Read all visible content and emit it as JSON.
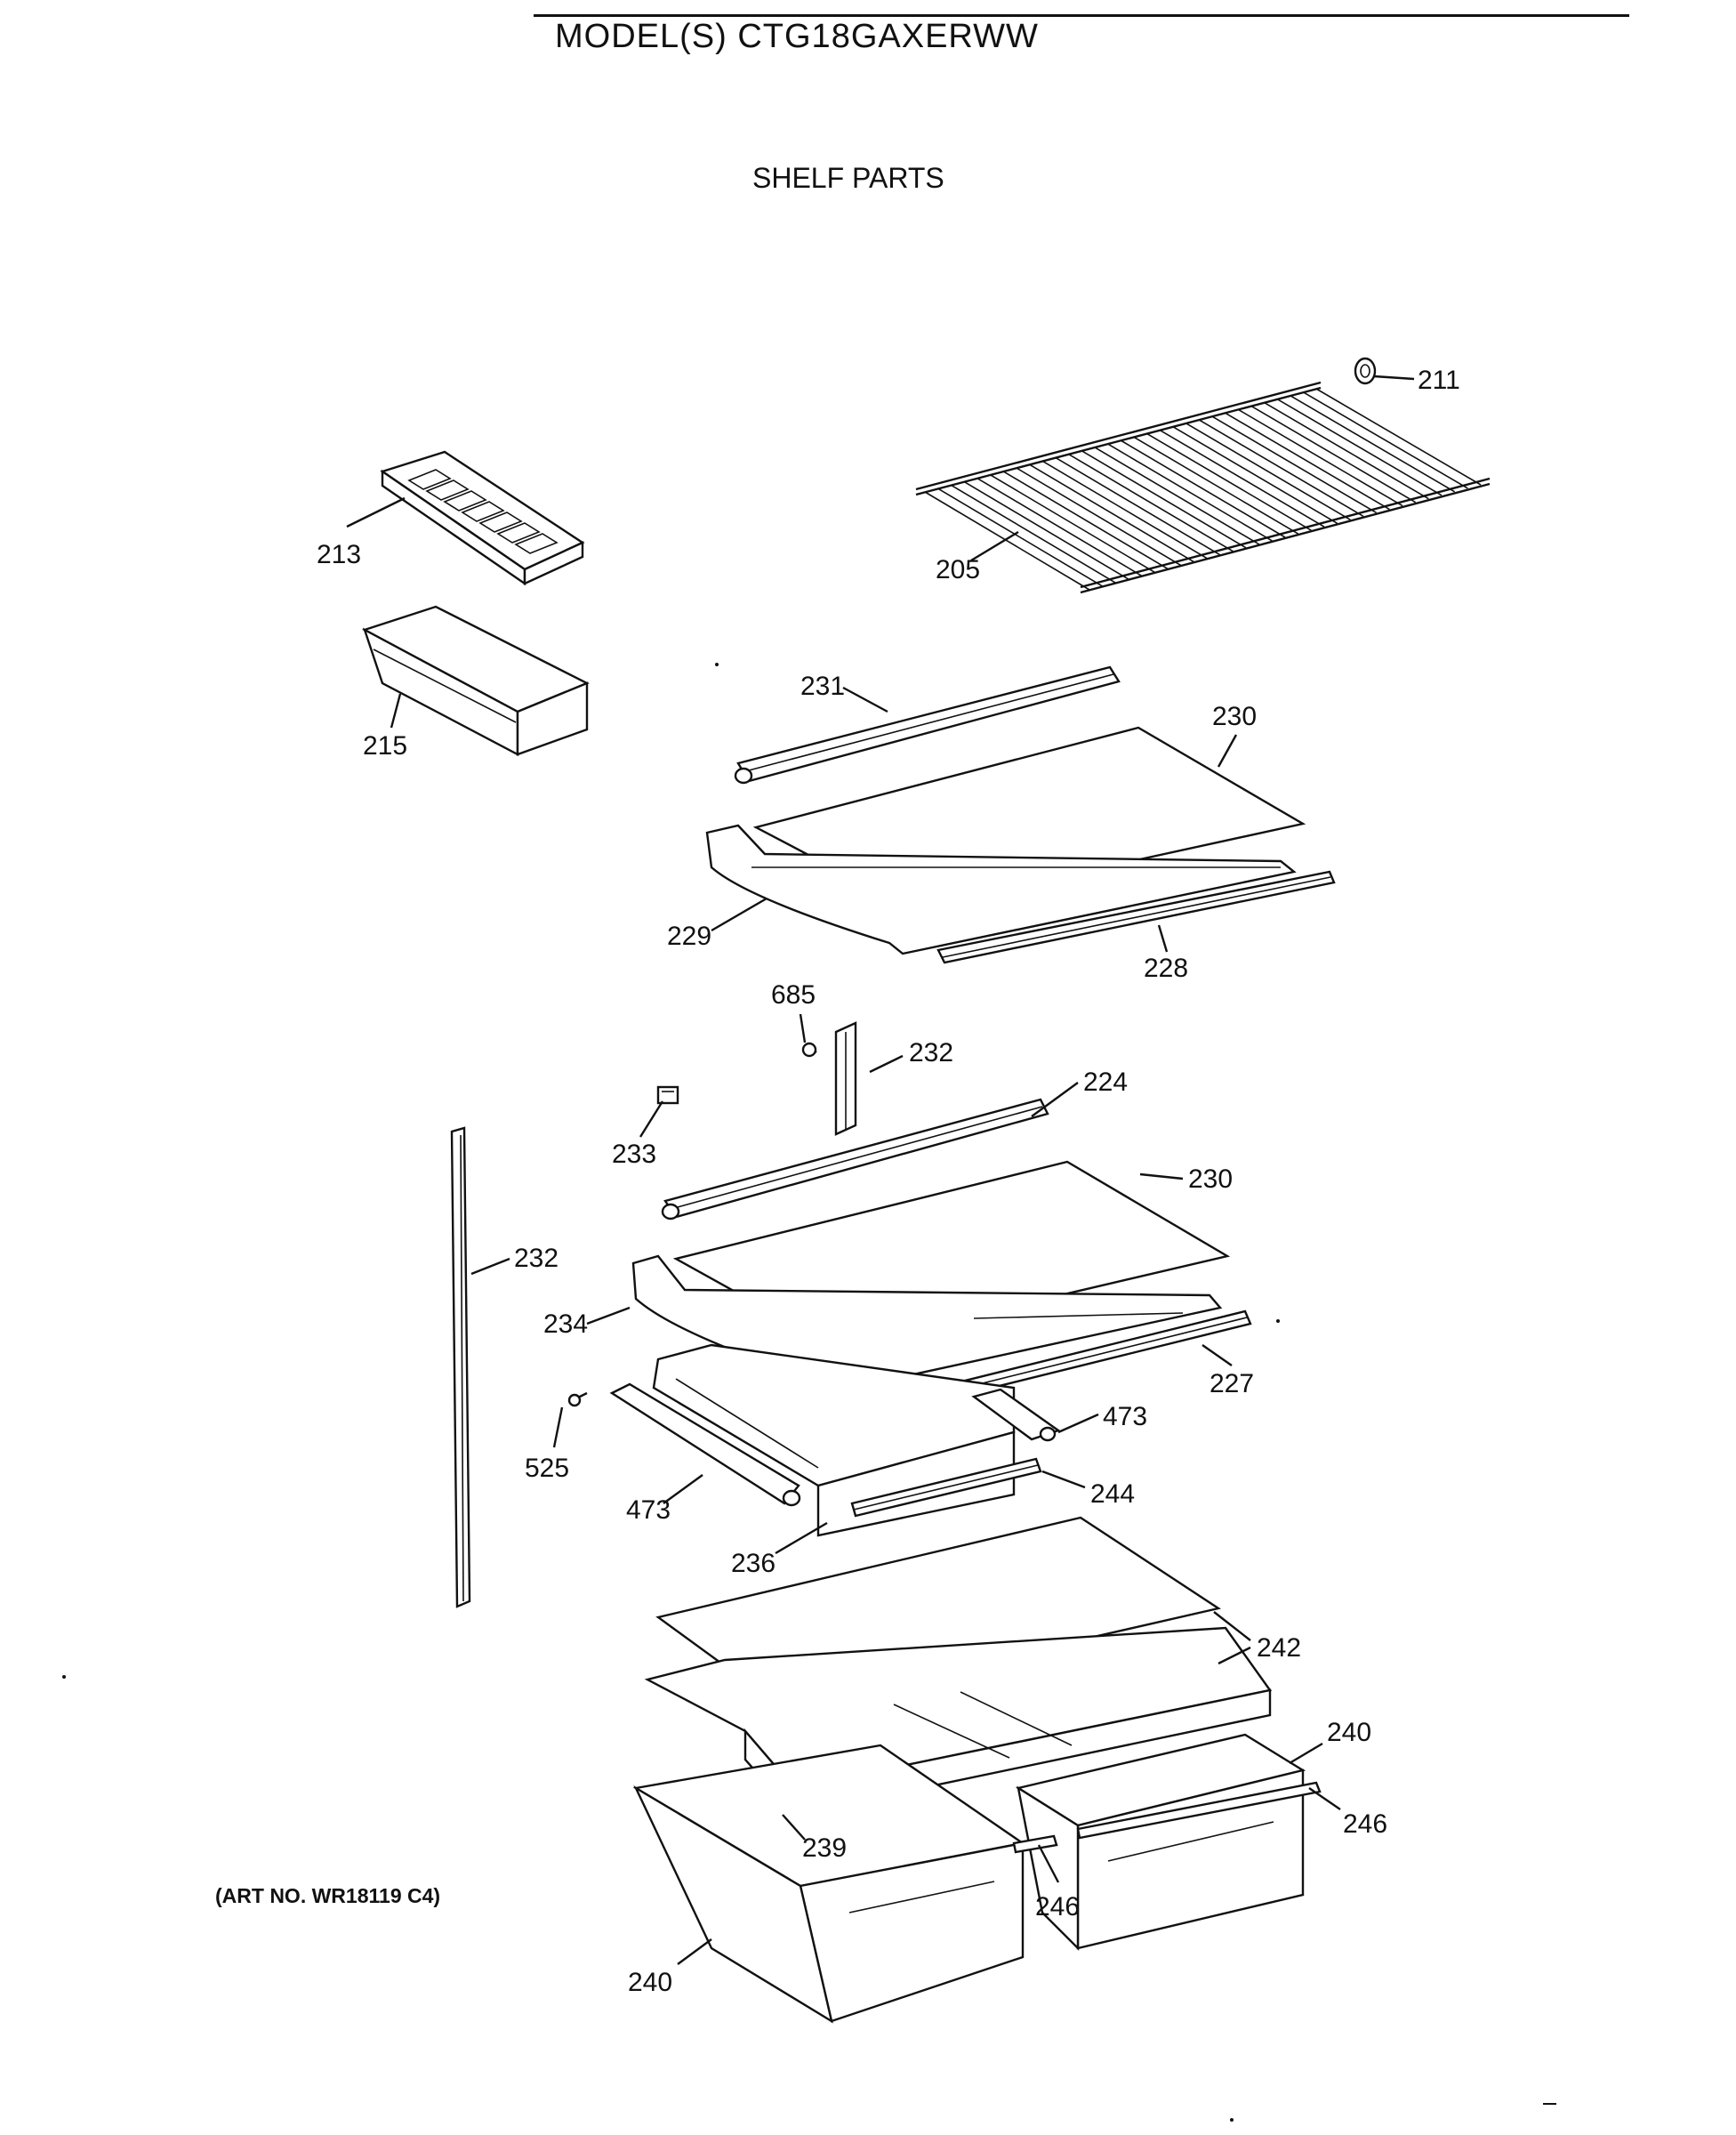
{
  "header": {
    "model_text": "MODEL(S) CTG18GAXERWW",
    "section_title": "SHELF PARTS"
  },
  "footer": {
    "art_number": "(ART NO. WR18119 C4)"
  },
  "callouts": [
    {
      "id": "c211a",
      "text": "211"
    },
    {
      "id": "c213",
      "text": "213"
    },
    {
      "id": "c205",
      "text": "205"
    },
    {
      "id": "c215",
      "text": "215"
    },
    {
      "id": "c231",
      "text": "231"
    },
    {
      "id": "c230a",
      "text": "230"
    },
    {
      "id": "c229",
      "text": "229"
    },
    {
      "id": "c228",
      "text": "228"
    },
    {
      "id": "c685",
      "text": "685"
    },
    {
      "id": "c232a",
      "text": "232"
    },
    {
      "id": "c224",
      "text": "224"
    },
    {
      "id": "c233",
      "text": "233"
    },
    {
      "id": "c230b",
      "text": "230"
    },
    {
      "id": "c232b",
      "text": "232"
    },
    {
      "id": "c234",
      "text": "234"
    },
    {
      "id": "c227",
      "text": "227"
    },
    {
      "id": "c473a",
      "text": "473"
    },
    {
      "id": "c525",
      "text": "525"
    },
    {
      "id": "c473b",
      "text": "473"
    },
    {
      "id": "c244",
      "text": "244"
    },
    {
      "id": "c236",
      "text": "236"
    },
    {
      "id": "c242",
      "text": "242"
    },
    {
      "id": "c240a",
      "text": "240"
    },
    {
      "id": "c246a",
      "text": "246"
    },
    {
      "id": "c239",
      "text": "239"
    },
    {
      "id": "c246b",
      "text": "246"
    },
    {
      "id": "c240b",
      "text": "240"
    }
  ]
}
